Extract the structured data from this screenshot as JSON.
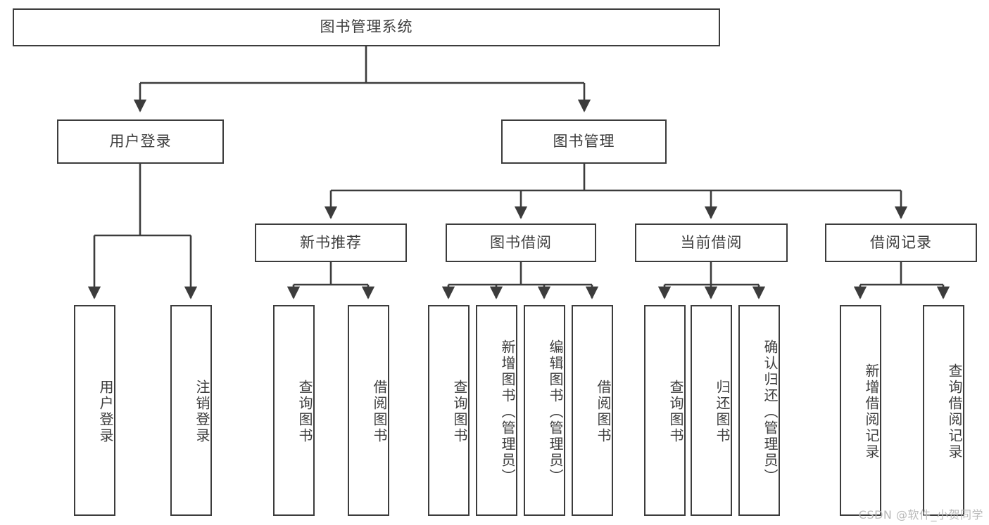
{
  "diagram": {
    "title": "图书管理系统",
    "watermark": "CSDN @软件_小贺同学",
    "colors": {
      "box_border": "#3c3c3c",
      "box_fill": "#ffffff",
      "edge": "#3c3c3c",
      "text": "#3d3d3d",
      "watermark": "#b9b9b9",
      "background": "#ffffff"
    },
    "root": {
      "label": "图书管理系统"
    },
    "level2": [
      {
        "label": "用户登录"
      },
      {
        "label": "图书管理"
      }
    ],
    "level3": [
      {
        "label": "新书推荐"
      },
      {
        "label": "图书借阅"
      },
      {
        "label": "当前借阅"
      },
      {
        "label": "借阅记录"
      }
    ],
    "leaves": {
      "user_login": [
        {
          "label": "用户登录"
        },
        {
          "label": "注销登录"
        }
      ],
      "new_book_recommend": [
        {
          "label": "查询图书"
        },
        {
          "label": "借阅图书"
        }
      ],
      "book_borrow": [
        {
          "label": "查询图书"
        },
        {
          "label": "新增图书（管理员）"
        },
        {
          "label": "编辑图书（管理员）"
        },
        {
          "label": "借阅图书"
        }
      ],
      "current_borrow": [
        {
          "label": "查询图书"
        },
        {
          "label": "归还图书"
        },
        {
          "label": "确认归还（管理员）"
        }
      ],
      "borrow_record": [
        {
          "label": "新增借阅记录"
        },
        {
          "label": "查询借阅记录"
        }
      ]
    }
  }
}
